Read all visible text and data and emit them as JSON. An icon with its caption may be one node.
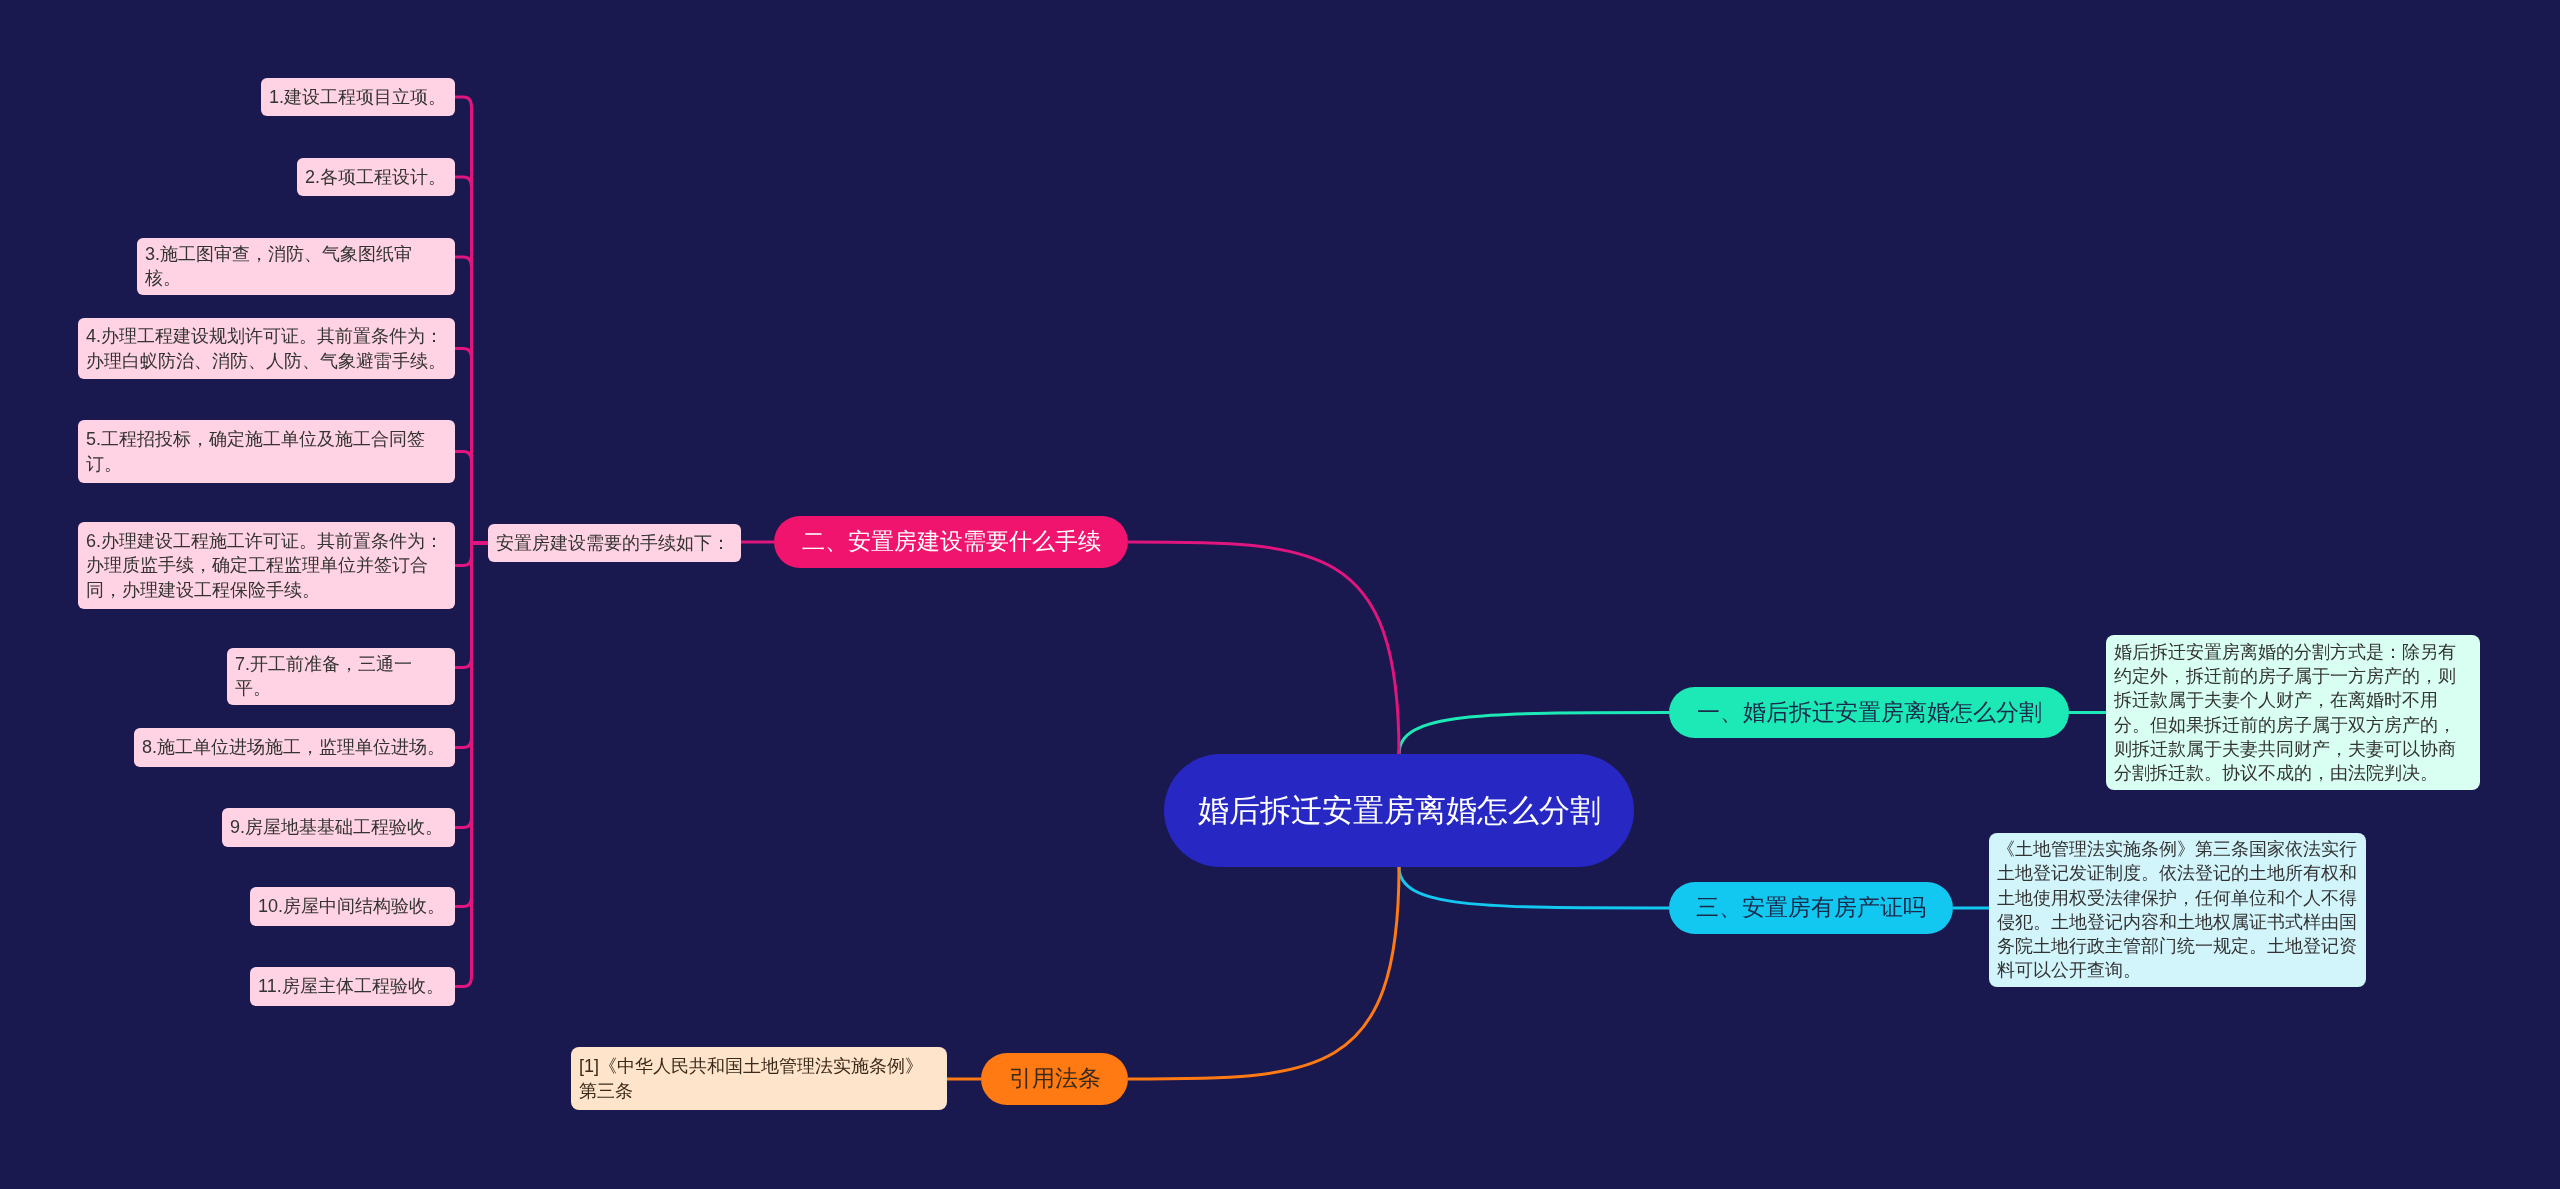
{
  "diagram": {
    "nodes": [
      {
        "text": [
          "婚后拆迁安置房离婚怎么分割"
        ]
      },
      {
        "text": [
          "一、婚后拆迁安置房离婚怎么分割"
        ]
      },
      {
        "text": [
          "婚后拆迁安置房离婚的分割方式是：除另有约定外，拆迁前的房子属于一方房产的，则拆迁款属于夫妻个人财产，在离婚时不用分。但如果拆迁前的房子属于双方房产的，则拆迁款属于夫妻共同财产，夫妻可以协商分割拆迁款。协议不成的，由法院判决。"
        ]
      },
      {
        "text": [
          "三、安置房有房产证吗"
        ]
      },
      {
        "text": [
          "《土地管理法实施条例》第三条国家依法实行土地登记发证制度。依法登记的土地所有权和土地使用权受法律保护，任何单位和个人不得侵犯。土地登记内容和土地权属证书式样由国务院土地行政主管部门统一规定。土地登记资料可以公开查询。"
        ]
      },
      {
        "text": [
          "二、安置房建设需要什么手续"
        ]
      },
      {
        "text": [
          "安置房建设需要的手续如下："
        ]
      },
      {
        "text": [
          "1.建设工程项目立项。"
        ]
      },
      {
        "text": [
          "2.各项工程设计。"
        ]
      },
      {
        "text": [
          "3.施工图审查，消防、气象图纸审核。"
        ]
      },
      {
        "text": [
          "4.办理工程建设规划许可证。其前置条件为：办理白蚁防治、消防、人防、气象避雷手续。"
        ]
      },
      {
        "text": [
          "5.工程招投标，确定施工单位及施工合同签订。"
        ]
      },
      {
        "text": [
          "6.办理建设工程施工许可证。其前置条件为：办理质监手续，确定工程监理单位并签订合同，办理建设工程保险手续。"
        ]
      },
      {
        "text": [
          "7.开工前准备，三通一平。"
        ]
      },
      {
        "text": [
          "8.施工单位进场施工，监理单位进场。"
        ]
      },
      {
        "text": [
          "9.房屋地基基础工程验收。"
        ]
      },
      {
        "text": [
          "10.房屋中间结构验收。"
        ]
      },
      {
        "text": [
          "11.房屋主体工程验收。"
        ]
      },
      {
        "text": [
          "引用法条"
        ]
      },
      {
        "text": [
          "[1]《中华人民共和国土地管理法实施条例》第三条"
        ]
      }
    ],
    "edges": [
      {
        "from": 0,
        "to": 1,
        "arrow": "none",
        "color": "#1de9b6"
      },
      {
        "from": 1,
        "to": 2,
        "arrow": "none",
        "color": "#1de9b6"
      },
      {
        "from": 0,
        "to": 3,
        "arrow": "none",
        "color": "#12c8f0"
      },
      {
        "from": 3,
        "to": 4,
        "arrow": "none",
        "color": "#12c8f0"
      },
      {
        "from": 0,
        "to": 5,
        "arrow": "none"
      },
      {
        "from": 5,
        "to": 6,
        "arrow": "none"
      },
      {
        "from": 6,
        "to": 7,
        "arrow": "none"
      },
      {
        "from": 6,
        "to": 8,
        "arrow": "none"
      },
      {
        "from": 6,
        "to": 9,
        "arrow": "none"
      },
      {
        "from": 6,
        "to": 10,
        "arrow": "none"
      },
      {
        "from": 6,
        "to": 11,
        "arrow": "none"
      },
      {
        "from": 6,
        "to": 12,
        "arrow": "none"
      },
      {
        "from": 6,
        "to": 13,
        "arrow": "none"
      },
      {
        "from": 6,
        "to": 14,
        "arrow": "none"
      },
      {
        "from": 6,
        "to": 15,
        "arrow": "none"
      },
      {
        "from": 6,
        "to": 16,
        "arrow": "none"
      },
      {
        "from": 6,
        "to": 17,
        "arrow": "none"
      },
      {
        "from": 0,
        "to": 18,
        "arrow": "none",
        "color": "#ff7a12"
      },
      {
        "from": 18,
        "to": 19,
        "arrow": "none",
        "color": "#ff7a12"
      }
    ]
  }
}
